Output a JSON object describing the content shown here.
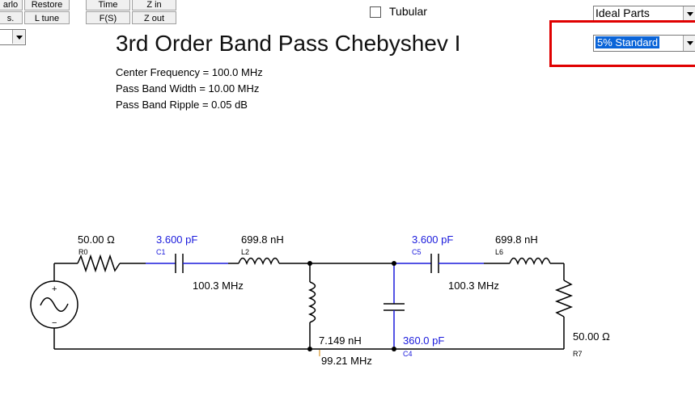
{
  "toolbar": {
    "row1": [
      "arlo",
      "Restore",
      "Time",
      "Z in"
    ],
    "row2": [
      "s.",
      "L tune",
      "F(S)",
      "Z out"
    ]
  },
  "tubular_label": "Tubular",
  "parts_select": "Ideal Parts",
  "tolerance_select": "5% Standard",
  "title": "3rd Order Band Pass Chebyshev I",
  "info": {
    "center_frequency": "Center Frequency = 100.0 MHz",
    "pass_band_width": "Pass Band Width = 10.00 MHz",
    "pass_band_ripple": "Pass Band Ripple = 0.05 dB"
  },
  "circuit": {
    "r0_value": "50.00 Ω",
    "r0_name": "R0",
    "c1_value": "3.600 pF",
    "c1_name": "C1",
    "l2_value": "699.8 nH",
    "l2_name": "L2",
    "series1_freq": "100.3 MHz",
    "c5_value": "3.600 pF",
    "c5_name": "C5",
    "l6_value": "699.8 nH",
    "l6_name": "L6",
    "series2_freq": "100.3 MHz",
    "l3_value": "7.149 nH",
    "shunt_freq": "99.21 MHz",
    "c4_value": "360.0 pF",
    "c4_name": "C4",
    "r7_value": "50.00 Ω",
    "r7_name": "R7"
  },
  "colors": {
    "highlight": "#e00000",
    "capacitor_label": "#1a1adc",
    "selection": "#0a64d8"
  }
}
